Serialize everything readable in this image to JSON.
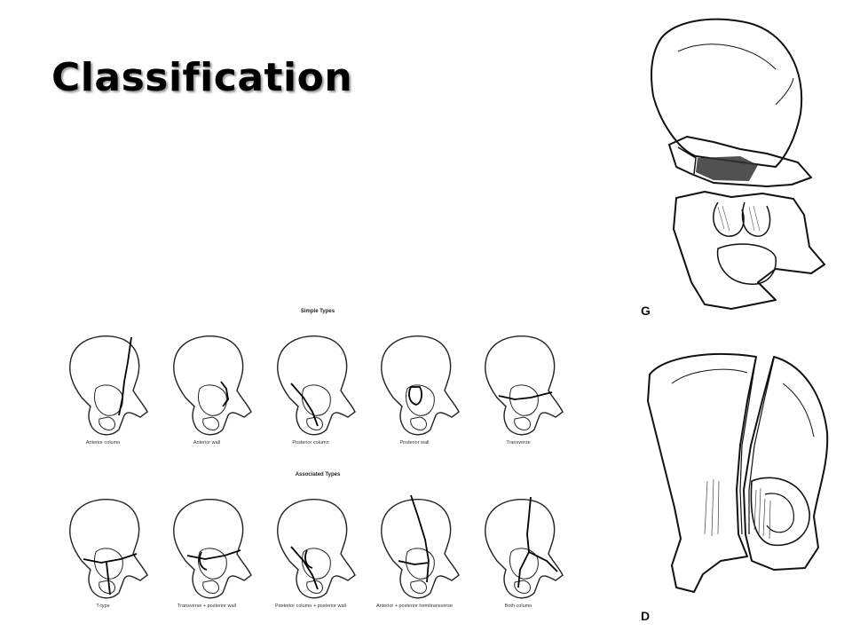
{
  "slide": {
    "title": "Classification"
  },
  "sections": {
    "simple": "Simple Types",
    "associated": "Associated Types"
  },
  "simple_types": [
    {
      "label": "Anterior column",
      "fracture": "anterior-column"
    },
    {
      "label": "Anterior wall",
      "fracture": "anterior-wall"
    },
    {
      "label": "Posterior column",
      "fracture": "posterior-column"
    },
    {
      "label": "Posterior wall",
      "fracture": "posterior-wall"
    },
    {
      "label": "Transverse",
      "fracture": "transverse"
    }
  ],
  "associated_types": [
    {
      "label": "T-type",
      "fracture": "t-type"
    },
    {
      "label": "Transverse + posterior wall",
      "fracture": "transverse-posterior-wall"
    },
    {
      "label": "Posterior column + posterior wall",
      "fracture": "posterior-column-wall"
    },
    {
      "label": "Anterior + posterior hemitransverse",
      "fracture": "anterior-hemitransverse"
    },
    {
      "label": "Both column",
      "fracture": "both-column"
    }
  ],
  "large_figures": [
    {
      "label": "G",
      "view": "transverse-comminuted"
    },
    {
      "label": "D",
      "view": "both-column-split"
    }
  ]
}
